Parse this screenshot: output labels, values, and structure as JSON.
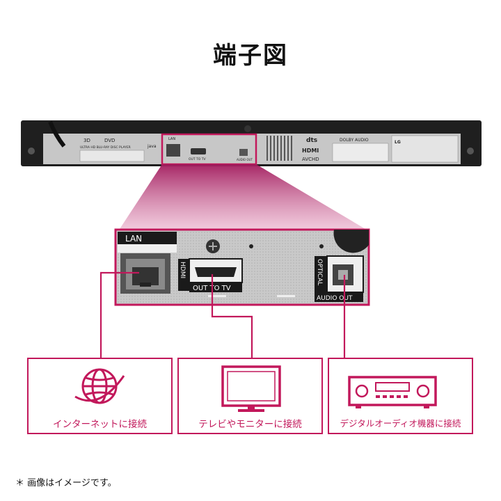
{
  "title": "端子図",
  "accent": "#c2185b",
  "device": {
    "rear_labels": {
      "brand_3d": "3D",
      "dvd": "DVD",
      "player_name": "ULTRA HD BLU-RAY DISC PLAYER",
      "java": "java",
      "lan": "LAN",
      "out_to_tv_small": "OUT TO TV",
      "audio_out_small": "AUDIO OUT",
      "dts": "dts",
      "dolby": "DOLBY AUDIO",
      "hdmi_logo": "HDMI",
      "avchd": "AVCHD",
      "lg": "LG"
    }
  },
  "zoom": {
    "lan_label": "LAN",
    "hdmi_vertical": "HDMI",
    "out_to_tv": "OUT TO TV",
    "optical_vertical": "OPTICAL",
    "audio_out": "AUDIO OUT"
  },
  "connections": [
    {
      "icon": "globe-icon",
      "label": "インターネットに接続"
    },
    {
      "icon": "tv-icon",
      "label": "テレビやモニターに接続"
    },
    {
      "icon": "amplifier-icon",
      "label": "デジタルオーディオ機器に接続"
    }
  ],
  "footnote": "＊ 画像はイメージです。"
}
